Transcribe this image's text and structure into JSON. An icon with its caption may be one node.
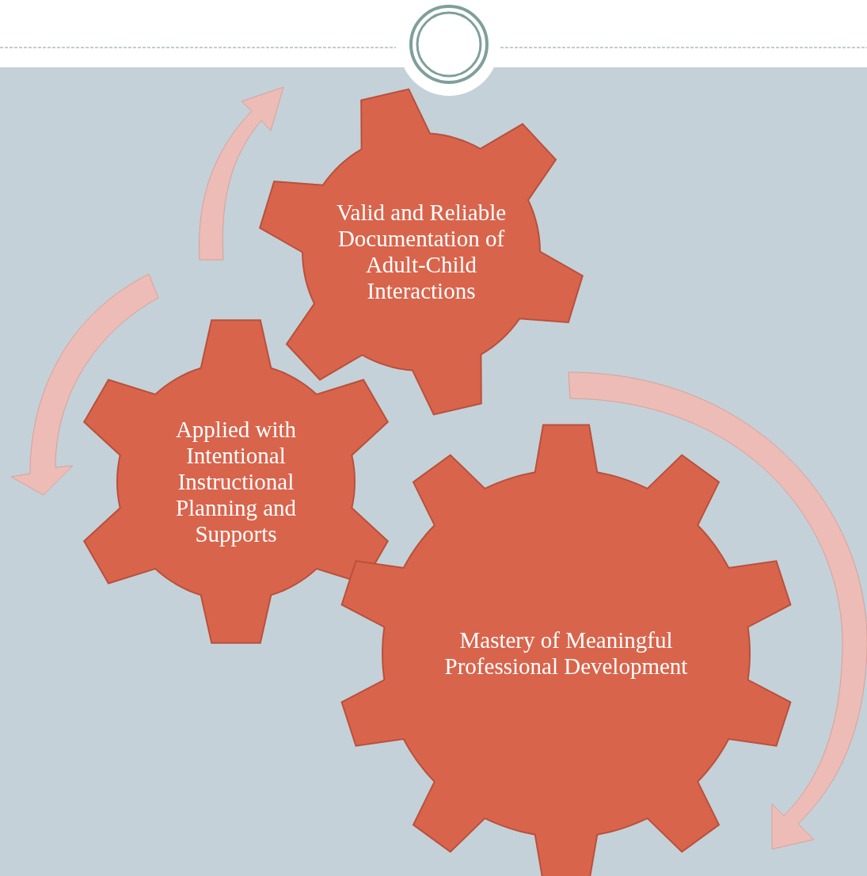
{
  "diagram": {
    "nodes": [
      {
        "text": [
          "Valid and Reliable Documentation of Adult-Child Interactions"
        ]
      },
      {
        "text": [
          "Applied with Intentional Instructional Planning and Supports"
        ]
      },
      {
        "text": [
          "Mastery of Meaningful Professional Development"
        ]
      }
    ]
  }
}
